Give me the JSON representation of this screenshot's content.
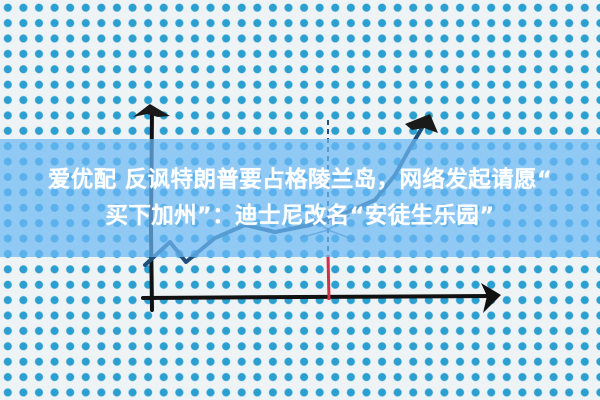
{
  "headline": {
    "line1": "爱优配 反讽特朗普要占格陵兰岛，网络发起请愿“",
    "line2": "买下加州”：迪士尼改名“安徒生乐园”"
  },
  "illustration": {
    "description": "hand-drawn rising line chart on blue dot grid paper",
    "colors": {
      "background": "#eef3f5",
      "dots": "#2a9fd0",
      "band": "#6eb9f5",
      "axis": "#111111",
      "trend_line": "#1d4f7a",
      "marker_line": "#d0304a",
      "headline_text": "#ffffff"
    }
  }
}
